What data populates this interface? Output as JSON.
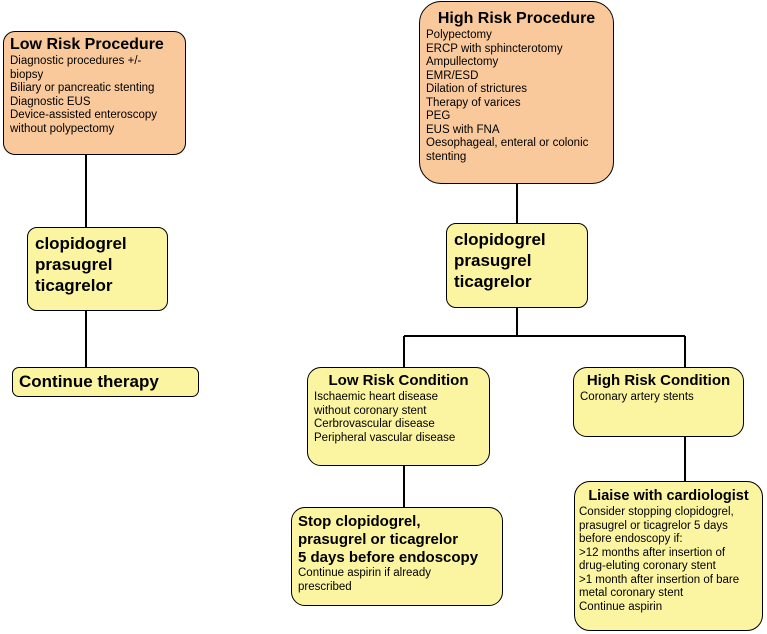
{
  "low_risk_procedure": {
    "title": "Low Risk Procedure",
    "items": [
      "Diagnostic procedures +/-",
      "biopsy",
      "Biliary or pancreatic stenting",
      "Diagnostic EUS",
      "Device-assisted enteroscopy",
      "without polypectomy"
    ]
  },
  "high_risk_procedure": {
    "title": "High Risk Procedure",
    "items": [
      "Polypectomy",
      "ERCP with sphincterotomy",
      "Ampullectomy",
      "EMR/ESD",
      "Dilation of strictures",
      "Therapy of varices",
      "PEG",
      "EUS with FNA",
      "Oesophageal, enteral or colonic",
      "stenting"
    ]
  },
  "drugs_left": [
    "clopidogrel",
    "prasugrel",
    "ticagrelor"
  ],
  "drugs_right": [
    "clopidogrel",
    "prasugrel",
    "ticagrelor"
  ],
  "continue_therapy": "Continue therapy",
  "low_risk_condition": {
    "title": "Low Risk Condition",
    "items": [
      "Ischaemic heart disease",
      "without coronary stent",
      "Cerbrovascular disease",
      "Peripheral vascular disease"
    ]
  },
  "high_risk_condition": {
    "title": "High Risk Condition",
    "items": [
      "Coronary artery stents"
    ]
  },
  "stop_box": {
    "heading": [
      "Stop clopidogrel,",
      "prasugrel or ticagrelor",
      "5 days before endoscopy"
    ],
    "items": [
      "Continue aspirin if already",
      "prescribed"
    ]
  },
  "liaise_box": {
    "title": "Liaise with cardiologist",
    "items": [
      "Consider stopping clopidogrel,",
      "prasugrel or ticagrelor 5 days",
      "before endoscopy if:",
      ">12 months after insertion of",
      "drug-eluting coronary stent",
      ">1 month after insertion of bare",
      "metal coronary stent",
      "Continue aspirin"
    ]
  },
  "colors": {
    "procedure_fill": "#f9c99c",
    "box_fill": "#fbf5a1",
    "stroke": "#000000"
  }
}
